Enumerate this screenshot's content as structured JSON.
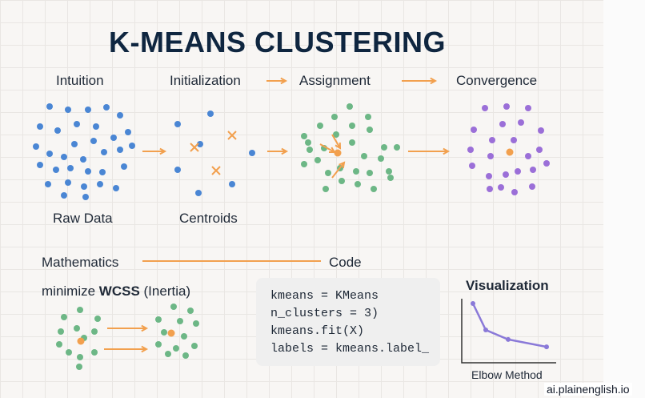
{
  "title": "K-MEANS CLUSTERING",
  "stages": {
    "intuition": "Intuition",
    "initialization": "Initialization",
    "assignment": "Assignment",
    "convergence": "Convergence"
  },
  "labels": {
    "raw_data": "Raw Data",
    "centroids": "Centroids",
    "mathematics": "Mathematics",
    "code": "Code",
    "minimize_prefix": "minimize ",
    "wcss": "WCSS",
    "inertia": " (Inertia)",
    "visualization": "Visualization",
    "elbow_method": "Elbow Method"
  },
  "code_lines": [
    "kmeans = KMeans",
    "n_clusters = 3)",
    "kmeans.fit(X)",
    "labels = kmeans.label_"
  ],
  "watermark": "ai.plainenglish.io",
  "colors": {
    "title": "#0f2640",
    "blue": "#4a86d4",
    "orange": "#f2a04e",
    "green": "#6db786",
    "purple": "#9b6fd8",
    "line": "#8a79d8",
    "axis": "#333333"
  },
  "elbow": [
    1.0,
    0.5,
    0.32,
    0.18
  ]
}
